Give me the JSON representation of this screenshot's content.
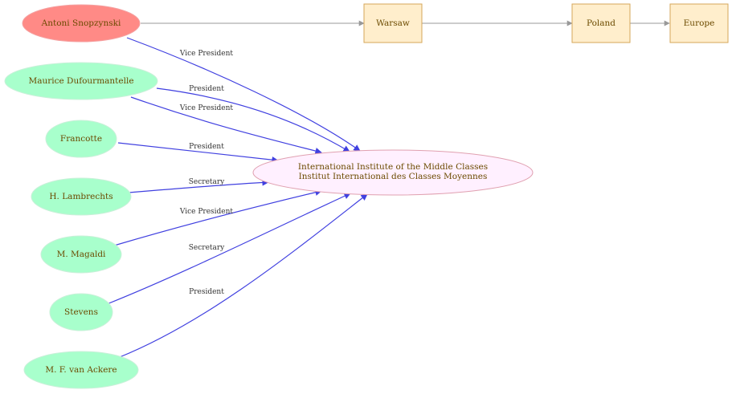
{
  "colors": {
    "edge_blue": "#4040e0",
    "edge_grey": "#999999",
    "person_main_fill": "#ff8a86",
    "person_fill": "#a8ffcc",
    "org_fill": "#fff0ff",
    "org_stroke": "#e0a0b0",
    "place_fill": "#ffeecc",
    "place_stroke": "#d6a75a",
    "text": "#6b4a00"
  },
  "nodes": {
    "antoni": "Antoni Snopzynski",
    "maurice": "Maurice Dufourmantelle",
    "francotte": "Francotte",
    "lambrechts": "H. Lambrechts",
    "magaldi": "M. Magaldi",
    "stevens": "Stevens",
    "vanackere": "M. F.  van Ackere",
    "institute_line1": "International Institute of the Middle Classes",
    "institute_line2": "Institut International des Classes Moyennes",
    "warsaw": "Warsaw",
    "poland": "Poland",
    "europe": "Europe"
  },
  "edges": {
    "antoni": "Vice President",
    "maurice_1": "President",
    "maurice_2": "Vice President",
    "francotte": "President",
    "lambrechts": "Secretary",
    "magaldi": "Vice President",
    "stevens": "Secretary",
    "vanackere": "President"
  }
}
